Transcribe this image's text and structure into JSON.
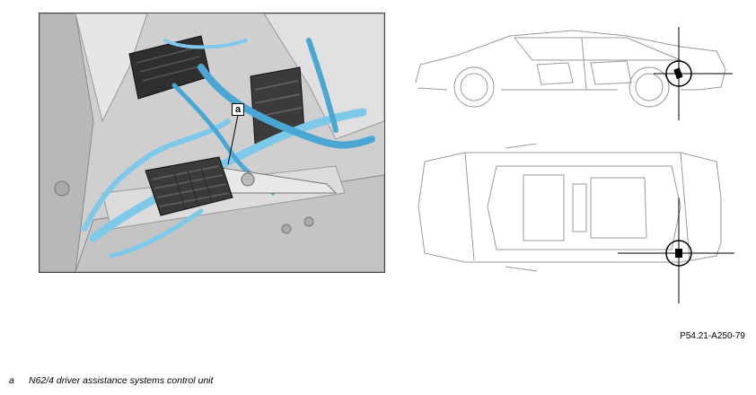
{
  "figure": {
    "callout_label": "a",
    "reference_code": "P54.21-A250-79"
  },
  "legend": [
    {
      "key": "a",
      "text": "N62/4 driver assistance systems control unit"
    }
  ],
  "colors": {
    "harness": "#7ec8ea",
    "harness_dark": "#4aa7d4",
    "control_unit": "#3a3a3a",
    "body_panel": "#d6d6d6",
    "line_art": "#9a9a9a"
  }
}
